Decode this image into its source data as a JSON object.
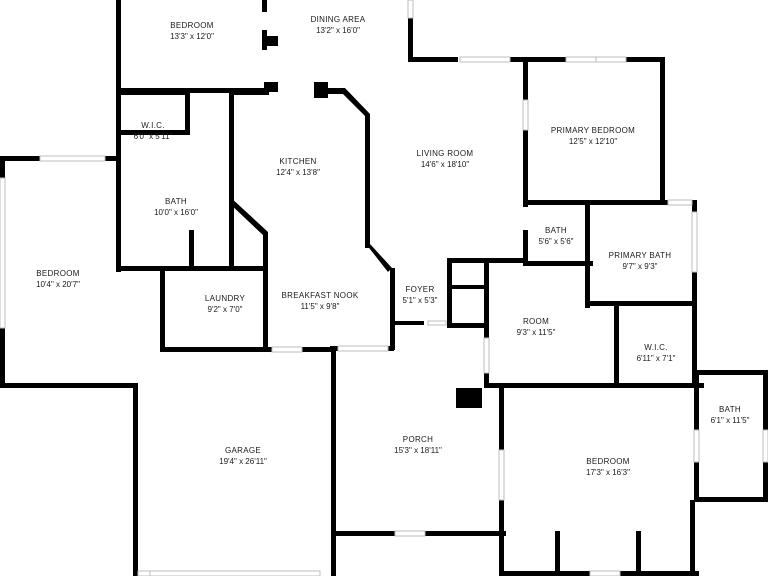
{
  "rooms": [
    {
      "key": "bedroom_top",
      "name": "BEDROOM",
      "dims": "13'3\" x 12'0\""
    },
    {
      "key": "dining",
      "name": "DINING AREA",
      "dims": "13'2\" x 16'0\""
    },
    {
      "key": "wic_left",
      "name": "W.I.C.",
      "dims": "6'0\" x 5'11\""
    },
    {
      "key": "kitchen",
      "name": "KITCHEN",
      "dims": "12'4\" x 13'8\""
    },
    {
      "key": "living",
      "name": "LIVING ROOM",
      "dims": "14'6\" x 18'10\""
    },
    {
      "key": "primary_bedroom",
      "name": "PRIMARY BEDROOM",
      "dims": "12'5\" x 12'10\""
    },
    {
      "key": "bedroom_left",
      "name": "BEDROOM",
      "dims": "10'4\" x 20'7\""
    },
    {
      "key": "bath_left",
      "name": "BATH",
      "dims": "10'0\" x 16'0\""
    },
    {
      "key": "bath_small",
      "name": "BATH",
      "dims": "5'6\" x 5'6\""
    },
    {
      "key": "primary_bath",
      "name": "PRIMARY BATH",
      "dims": "9'7\" x 9'3\""
    },
    {
      "key": "foyer",
      "name": "FOYER",
      "dims": "5'1\" x 5'3\""
    },
    {
      "key": "laundry",
      "name": "LAUNDRY",
      "dims": "9'2\" x 7'0\""
    },
    {
      "key": "breakfast",
      "name": "BREAKFAST NOOK",
      "dims": "11'5\" x 9'8\""
    },
    {
      "key": "room",
      "name": "ROOM",
      "dims": "9'3\" x 11'5\""
    },
    {
      "key": "wic_right",
      "name": "W.I.C.",
      "dims": "6'11\" x 7'1\""
    },
    {
      "key": "bath_right",
      "name": "BATH",
      "dims": "6'1\" x 11'5\""
    },
    {
      "key": "garage",
      "name": "GARAGE",
      "dims": "19'4\" x 26'11\""
    },
    {
      "key": "porch",
      "name": "PORCH",
      "dims": "15'3\" x 18'11\""
    },
    {
      "key": "bedroom_bottom",
      "name": "BEDROOM",
      "dims": "17'3\" x 16'3\""
    }
  ]
}
